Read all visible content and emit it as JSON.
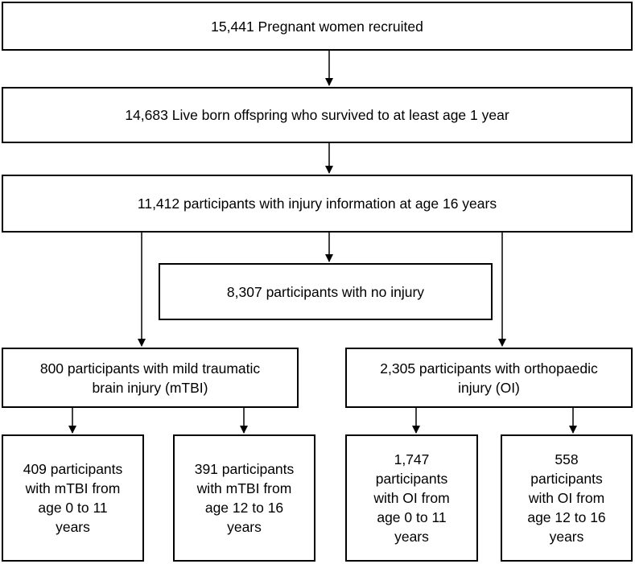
{
  "diagram": {
    "recruited": "15,441 Pregnant women recruited",
    "liveborn": "14,683 Live born offspring who survived to at least age 1 year",
    "injury_info": "11,412 participants with injury information at age 16 years",
    "no_injury": "8,307 participants with no injury",
    "mtbi": "800 participants with mild traumatic\nbrain injury (mTBI)",
    "oi": "2,305 participants with orthopaedic\ninjury (OI)",
    "mtbi_early": "409 participants\nwith mTBI from\nage 0 to 11\nyears",
    "mtbi_late": "391 participants\nwith mTBI from\nage 12 to 16\nyears",
    "oi_early": "1,747\nparticipants\nwith OI from\nage 0 to 11\nyears",
    "oi_late": "558\nparticipants\nwith OI from\nage 12 to 16\nyears"
  }
}
